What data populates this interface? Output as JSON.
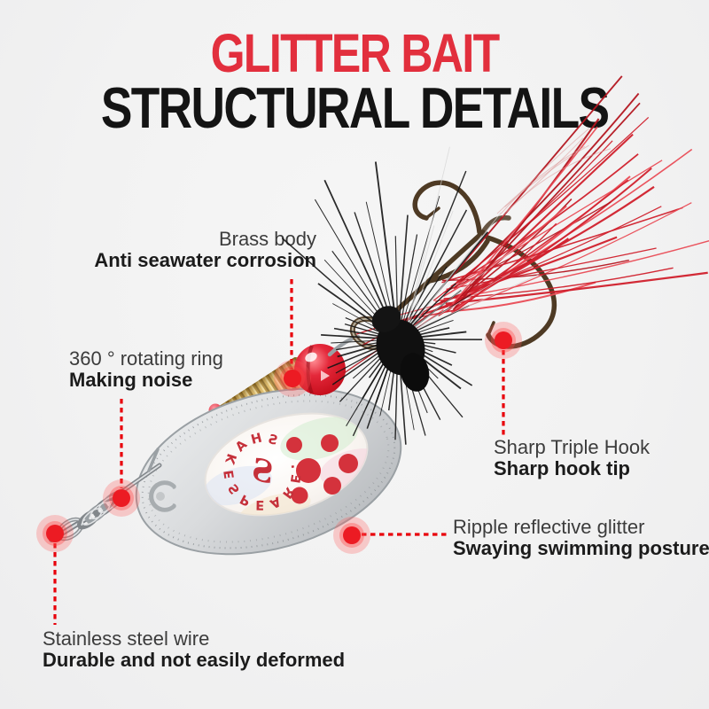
{
  "title": {
    "line1": "GLITTER BAIT",
    "line2": "STRUCTURAL DETAILS"
  },
  "annotations": {
    "brass_body": {
      "line1": "Brass body",
      "line2": "Anti seawater corrosion"
    },
    "rotating_ring": {
      "line1": "360 ° rotating ring",
      "line2": "Making noise"
    },
    "sharp_hook": {
      "line1": "Sharp Triple Hook",
      "line2": "Sharp hook tip"
    },
    "ripple_glitter": {
      "line1": "Ripple reflective glitter",
      "line2": "Swaying swimming posture"
    },
    "steel_wire": {
      "line1": "Stainless steel wire",
      "line2": "Durable and not easily deformed"
    }
  },
  "lure": {
    "blade_brand_text": "SHAKESPEARE.",
    "blade_monogram": "S"
  },
  "colors": {
    "background": "#f2f2f2",
    "title_red": "#e22f3d",
    "title_black": "#141414",
    "label_regular": "#3c3c3c",
    "label_bold": "#1b1b1b",
    "marker_red": "#ec1b23",
    "callout_dash_red": "#e8000a",
    "blade_silver": "#d9dbdd",
    "blade_dot_red": "#d4323c",
    "brass_gold": "#c9a24a",
    "bead_red": "#d9202c",
    "feather_red": "#d01f2b",
    "hackle_black": "#131313",
    "hook_bronze": "#4e3a24",
    "wire_silver": "#9ea3a7"
  }
}
